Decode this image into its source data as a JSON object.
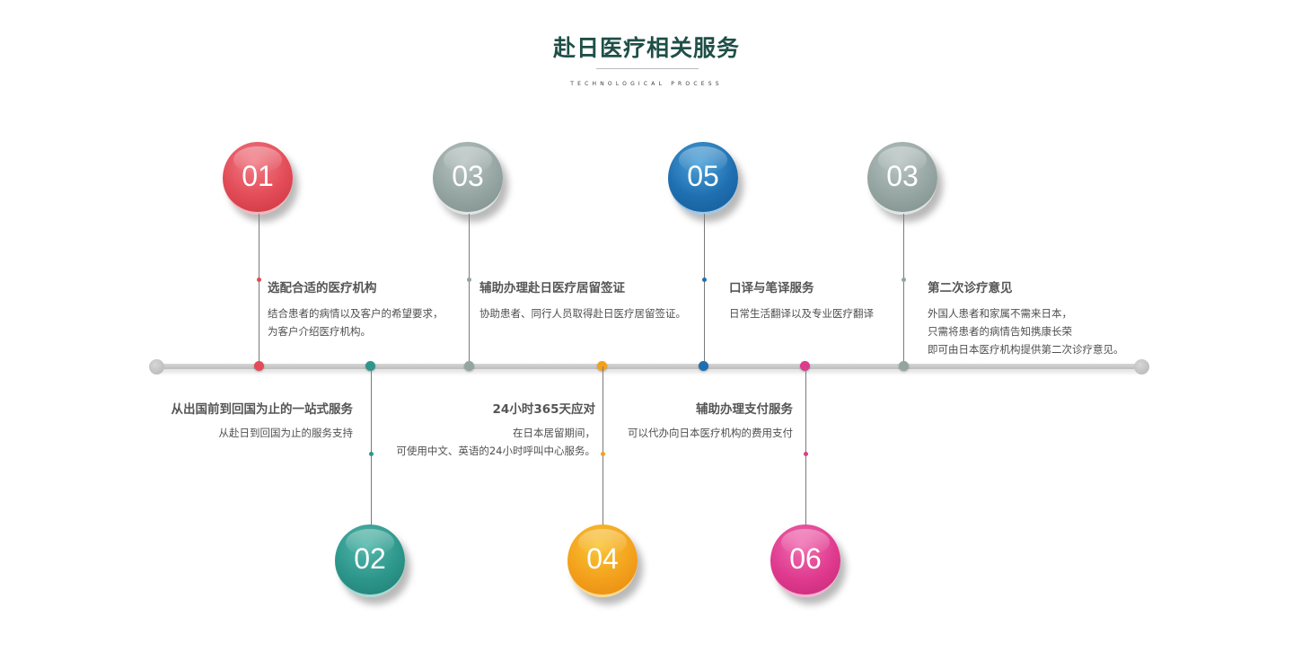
{
  "title": "赴日医疗相关服务",
  "subtitle": "TECHNOLOGICAL PROCESS",
  "steps": [
    {
      "number": "01",
      "heading": "选配合适的医疗机构",
      "lines": [
        "结合患者的病情以及客户的希望要求，",
        "为客户介绍医疗机构。"
      ],
      "color": "#e24b57"
    },
    {
      "number": "02",
      "heading": "从出国前到回国为止的一站式服务",
      "lines": [
        "从赴日到回国为止的服务支持"
      ],
      "color": "#2d968b"
    },
    {
      "number": "03",
      "heading": "辅助办理赴日医疗居留签证",
      "lines": [
        "协助患者、同行人员取得赴日医疗居留签证。"
      ],
      "color": "#95a5a2"
    },
    {
      "number": "04",
      "heading": "24小时365天应对",
      "lines": [
        "在日本居留期间，",
        "可使用中文、英语的24小时呼叫中心服务。"
      ],
      "color": "#f3a11c"
    },
    {
      "number": "05",
      "heading": "口译与笔译服务",
      "lines": [
        "日常生活翻译以及专业医疗翻译"
      ],
      "color": "#1f6fb0"
    },
    {
      "number": "06",
      "heading": "辅助办理支付服务",
      "lines": [
        "可以代办向日本医疗机构的费用支付"
      ],
      "color": "#df3a8e"
    },
    {
      "number": "03",
      "heading": "第二次诊疗意见",
      "lines": [
        "外国人患者和家属不需来日本，",
        "只需将患者的病情告知携康长荣",
        "即可由日本医疗机构提供第二次诊疗意见。"
      ],
      "color": "#95a5a2"
    }
  ]
}
